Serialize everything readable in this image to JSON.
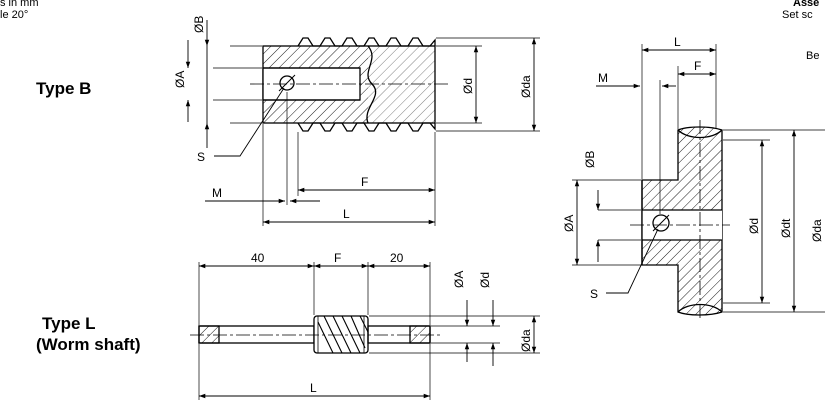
{
  "notes": {
    "units_line": "s in mm",
    "angle_line": "le 20°",
    "assembly_title": "Asse",
    "setscrew_line": "Set sc",
    "be_line": "Be"
  },
  "type_b": {
    "title": "Type B",
    "labels": {
      "dia_b": "ØB",
      "dia_a": "ØA",
      "dia_d": "Ød",
      "dia_da": "Øda",
      "screw": "S",
      "m": "M",
      "f": "F",
      "l": "L"
    }
  },
  "type_l": {
    "title_line1": "Type L",
    "title_line2": "(Worm shaft)",
    "labels": {
      "len_40": "40",
      "f": "F",
      "len_20": "20",
      "dia_a": "ØA",
      "dia_d": "Ød",
      "dia_da": "Øda",
      "l": "L"
    }
  },
  "assembly": {
    "labels": {
      "l": "L",
      "m": "M",
      "f": "F",
      "dia_b": "ØB",
      "dia_a": "ØA",
      "dia_d": "Ød",
      "dia_dt": "Ødt",
      "dia_da": "Øda",
      "screw": "S"
    }
  }
}
